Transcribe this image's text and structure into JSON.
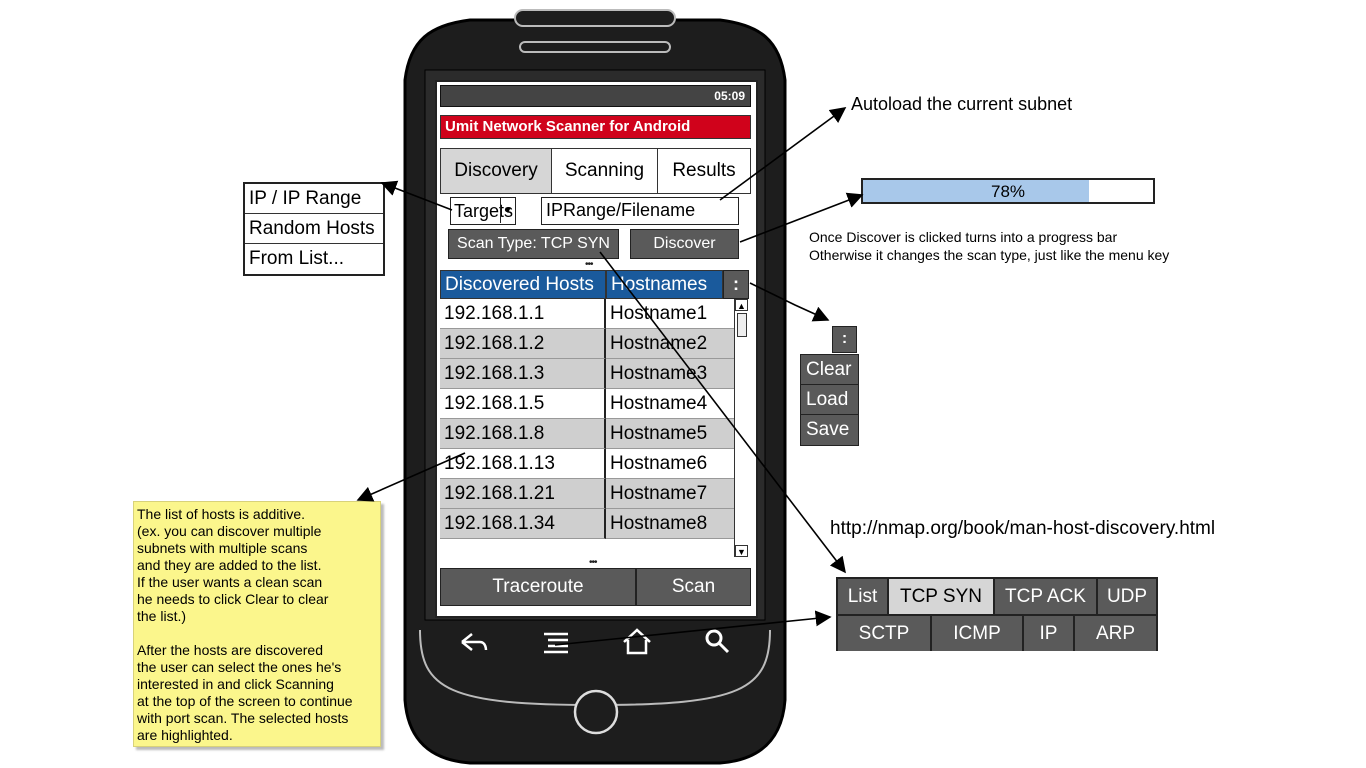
{
  "status_bar": {
    "time": "05:09"
  },
  "app": {
    "title": "Umit Network Scanner for Android"
  },
  "tabs": [
    {
      "label": "Discovery",
      "active": true
    },
    {
      "label": "Scanning",
      "active": false
    },
    {
      "label": "Results",
      "active": false
    }
  ],
  "targets": {
    "label": "Targets",
    "dropdown_icon": "triangle-down-icon"
  },
  "ip_field": {
    "value": "IPRange/Filename"
  },
  "scan_type_button": {
    "label": "Scan Type: TCP SYN"
  },
  "discover_button": {
    "label": "Discover"
  },
  "table": {
    "headers": [
      "Discovered Hosts",
      "Hostnames"
    ],
    "menu_icon": ":",
    "rows": [
      {
        "ip": "192.168.1.1",
        "hostname": "Hostname1"
      },
      {
        "ip": "192.168.1.2",
        "hostname": "Hostname2"
      },
      {
        "ip": "192.168.1.3",
        "hostname": "Hostname3"
      },
      {
        "ip": "192.168.1.5",
        "hostname": "Hostname4"
      },
      {
        "ip": "192.168.1.8",
        "hostname": "Hostname5"
      },
      {
        "ip": "192.168.1.13",
        "hostname": "Hostname6"
      },
      {
        "ip": "192.168.1.21",
        "hostname": "Hostname7"
      },
      {
        "ip": "192.168.1.34",
        "hostname": "Hostname8"
      }
    ]
  },
  "bottom_buttons": {
    "traceroute": "Traceroute",
    "scan": "Scan"
  },
  "annotations": {
    "targets_options": [
      "IP / IP Range",
      "Random Hosts",
      "From List..."
    ],
    "autoload_note": "Autoload the current subnet",
    "progress": {
      "percent_label": "78%",
      "fraction": 0.78
    },
    "progress_caption": [
      "Once Discover is clicked turns into a progress bar",
      "Otherwise it changes the scan type, just like the menu key"
    ],
    "context_menu": {
      "kebab": ":",
      "items": [
        "Clear",
        "Load",
        "Save"
      ]
    },
    "sticky_note": "The list of hosts is additive.\n(ex. you can discover multiple\nsubnets with multiple scans\nand they are added to the list.\nIf the user wants a clean scan\nhe needs to click Clear to clear\nthe list.)\n\nAfter the hosts are discovered\nthe user can select the ones he's\ninterested in and click Scanning\nat the top of the screen to continue\nwith port scan. The selected hosts\nare highlighted.",
    "nmap_url": "http://nmap.org/book/man-host-discovery.html",
    "scan_types": {
      "row1": [
        "List",
        "TCP SYN",
        "TCP ACK",
        "UDP"
      ],
      "row2": [
        "SCTP",
        "ICMP",
        "IP",
        "ARP"
      ],
      "selected": "TCP SYN"
    }
  },
  "colors": {
    "title_red": "#d0021b",
    "header_blue": "#1a5a9c",
    "button_gray": "#5a5a5a",
    "sticky_yellow": "#fbf68c",
    "progress_fill": "#a8c8ea"
  }
}
